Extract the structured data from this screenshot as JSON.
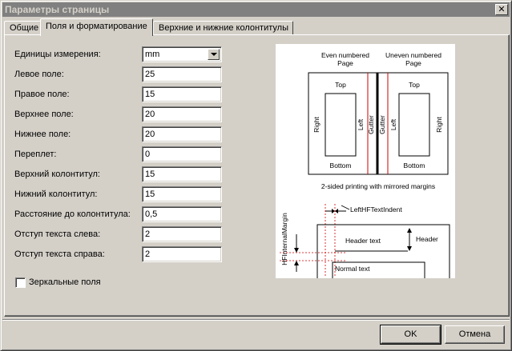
{
  "window": {
    "title": "Параметры страницы",
    "close_label": "✕"
  },
  "tabs": [
    {
      "label": "Общие",
      "active": false
    },
    {
      "label": "Поля и форматирование",
      "active": true
    },
    {
      "label": "Верхние и нижние колонтитулы",
      "active": false
    }
  ],
  "form": {
    "units": {
      "label": "Единицы измерения:",
      "value": "mm"
    },
    "fields": [
      {
        "label": "Левое поле:",
        "value": "25"
      },
      {
        "label": "Правое поле:",
        "value": "15"
      },
      {
        "label": "Верхнее поле:",
        "value": "20"
      },
      {
        "label": "Нижнее поле:",
        "value": "20"
      },
      {
        "label": "Переплет:",
        "value": "0"
      },
      {
        "label": "Верхний колонтитул:",
        "value": "15"
      },
      {
        "label": "Нижний колонтитул:",
        "value": "15"
      },
      {
        "label": "Расстояние до колонтитула:",
        "value": "0,5"
      },
      {
        "label": "Отступ текста слева:",
        "value": "2"
      },
      {
        "label": "Отступ текста справа:",
        "value": "2"
      }
    ],
    "mirror": {
      "label": "Зеркальные поля",
      "checked": false
    }
  },
  "preview": {
    "even_line1": "Even numbered",
    "even_line2": "Page",
    "uneven_line1": "Uneven numbered",
    "uneven_line2": "Page",
    "top": "Top",
    "bottom": "Bottom",
    "right": "Right",
    "left": "Left",
    "gutter": "Gutter",
    "caption": "2-sided printing with mirrored margins",
    "hf_internal_margin": "HFInternalMargin",
    "left_hf_text_indent": "LeftHFTextIndent",
    "header_text": "Header text",
    "header": "Header",
    "normal_text": "Normal text"
  },
  "buttons": {
    "ok": "OK",
    "cancel": "Отмена"
  }
}
